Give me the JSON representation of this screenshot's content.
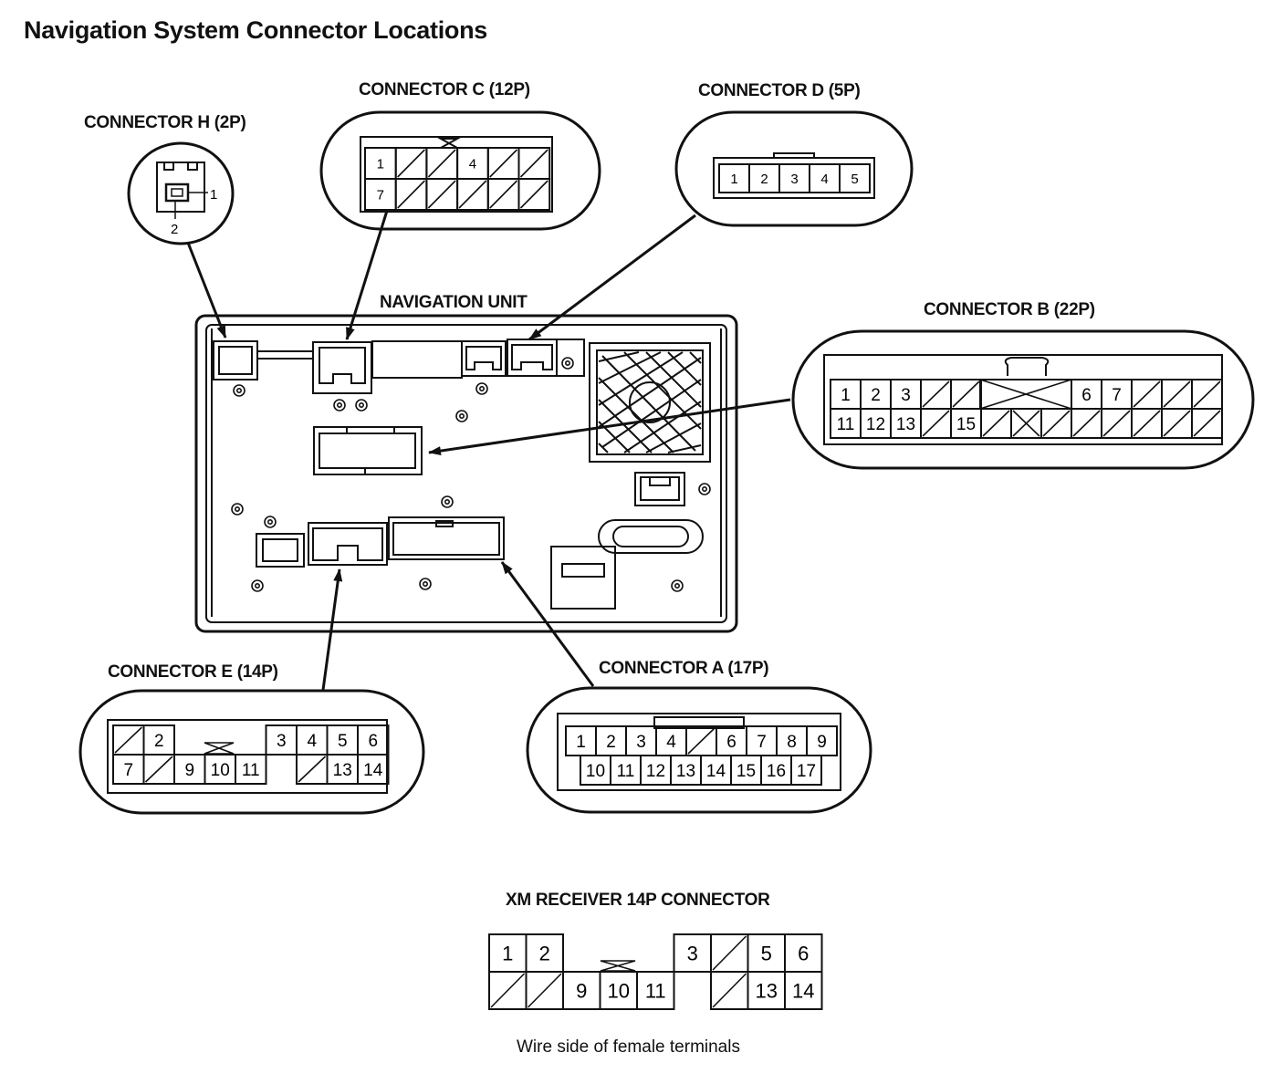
{
  "title": "Navigation System Connector Locations",
  "unit_label": "NAVIGATION UNIT",
  "footer_caption": "Wire side of female terminals",
  "connectors": {
    "h": {
      "label": "CONNECTOR H (2P)",
      "pin_labels": [
        "1",
        "2"
      ]
    },
    "c": {
      "label": "CONNECTOR C (12P)",
      "rows": [
        [
          "1",
          "/",
          "/",
          "4",
          "/",
          "/"
        ],
        [
          "7",
          "/",
          "/",
          "/",
          "/",
          "/"
        ]
      ]
    },
    "d": {
      "label": "CONNECTOR D (5P)",
      "rows": [
        [
          "1",
          "2",
          "3",
          "4",
          "5"
        ]
      ]
    },
    "b": {
      "label": "CONNECTOR B (22P)",
      "rows": [
        [
          "1",
          "2",
          "3",
          "/",
          "/",
          "",
          "",
          "",
          "6",
          "7",
          "/",
          "/",
          "/"
        ],
        [
          "11",
          "12",
          "13",
          "/",
          "15",
          "/",
          "x",
          "/",
          "/",
          "/",
          "/",
          "/",
          "/"
        ]
      ]
    },
    "e": {
      "label": "CONNECTOR E (14P)",
      "rows": [
        [
          "/",
          "2",
          "",
          "",
          "",
          "3",
          "4",
          "5",
          "6"
        ],
        [
          "7",
          "/",
          "9",
          "10",
          "11",
          "",
          "/",
          "13",
          "14"
        ]
      ]
    },
    "a": {
      "label": "CONNECTOR A (17P)",
      "rows": [
        [
          "1",
          "2",
          "3",
          "4",
          "/",
          "6",
          "7",
          "8",
          "9"
        ],
        [
          "10",
          "11",
          "12",
          "13",
          "14",
          "15",
          "16",
          "17"
        ]
      ]
    },
    "xm": {
      "label": "XM RECEIVER 14P CONNECTOR",
      "rows": [
        [
          "1",
          "2",
          "",
          "",
          "",
          "3",
          "/",
          "5",
          "6"
        ],
        [
          "/",
          "/",
          "9",
          "10",
          "11",
          "",
          "/",
          "13",
          "14"
        ]
      ]
    }
  }
}
